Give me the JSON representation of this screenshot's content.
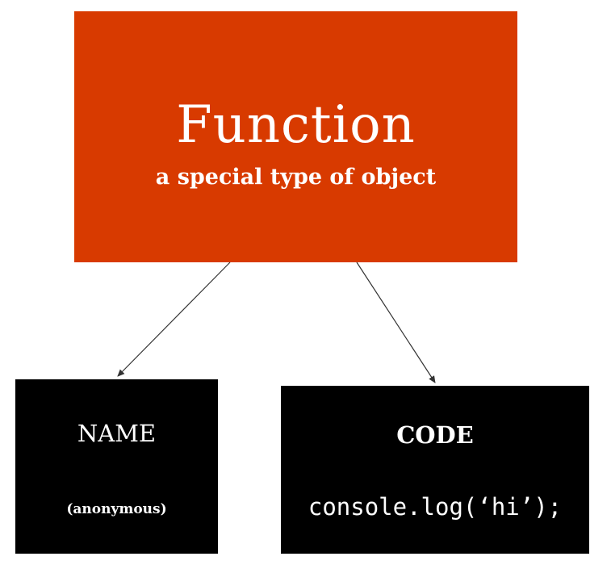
{
  "main": {
    "title": "Function",
    "subtitle": "a special type of object"
  },
  "name_box": {
    "title": "NAME",
    "value": "(anonymous)"
  },
  "code_box": {
    "title": "CODE",
    "value": "console.log(‘hi’);"
  },
  "colors": {
    "main_box": "#d83a00",
    "child_boxes": "#000000",
    "text": "#ffffff",
    "arrows": "#333333"
  }
}
